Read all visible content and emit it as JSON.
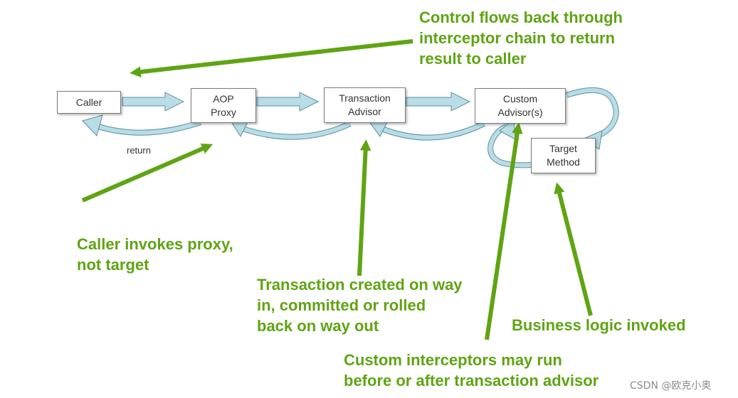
{
  "nodes": {
    "caller": "Caller",
    "aop_proxy": "AOP\nProxy",
    "transaction_advisor": "Transaction\nAdvisor",
    "custom_advisors": "Custom\nAdvisor(s)",
    "target_method": "Target\nMethod"
  },
  "labels": {
    "return": "return"
  },
  "annotations": {
    "control_flows_back": "Control flows back through\ninterceptor chain to return\nresult to caller",
    "caller_invokes": "Caller invokes proxy,\nnot target",
    "transaction_created": "Transaction created on way\nin, committed or rolled\nback on way out",
    "business_logic": "Business logic invoked",
    "custom_interceptors": "Custom interceptors may run\nbefore or after transaction advisor"
  },
  "watermark": "CSDN @欧克小奥",
  "colors": {
    "annotation_green": "#5fa413",
    "flow_arrow_fill": "#b9dde6",
    "flow_arrow_stroke": "#5c8ea1",
    "box_border": "#7a7a7a"
  }
}
